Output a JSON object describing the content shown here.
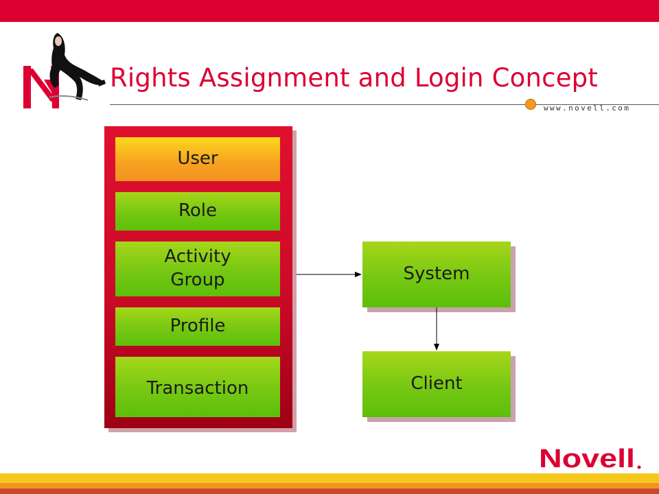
{
  "slide": {
    "title": "Rights Assignment and Login Concept",
    "website": "www.novell.com",
    "brand": "Novell",
    "colors": {
      "red": "#dc0032",
      "green": "#6cc40f",
      "orange": "#f7a120",
      "yellow": "#f6c81e"
    }
  },
  "diagram": {
    "hierarchy": [
      {
        "label": "User",
        "style": "orange"
      },
      {
        "label": "Role",
        "style": "green"
      },
      {
        "label": "Activity\nGroup",
        "style": "green"
      },
      {
        "label": "Profile",
        "style": "green"
      },
      {
        "label": "Transaction",
        "style": "green"
      }
    ],
    "system_label": "System",
    "client_label": "Client",
    "edges": [
      {
        "from": "hierarchy",
        "to": "system"
      },
      {
        "from": "system",
        "to": "client"
      }
    ]
  }
}
